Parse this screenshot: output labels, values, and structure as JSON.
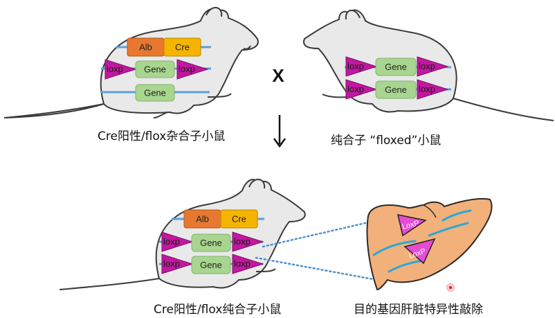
{
  "diagram": {
    "gene_labels": {
      "alb": "Alb",
      "cre": "Cre",
      "gene": "Gene",
      "loxp_lower": "loxp",
      "loxp_liver": "LoxP"
    },
    "cross_symbol": "X",
    "captions": {
      "top_left": "Cre阳性/flox杂合子小鼠",
      "top_right": "纯合子 “floxed”小鼠",
      "bottom_left": "Cre阳性/flox纯合子小鼠",
      "bottom_right": "目的基因肝脏特异性敲除"
    },
    "colors": {
      "mouse_fill": "#e9e9e9",
      "mouse_stroke": "#3a3a3a",
      "chromosome": "#5aa0d8",
      "alb_box": "#e8782f",
      "cre_box": "#f5b400",
      "gene_box": "#a8d58f",
      "loxp_triangle": "#c2189f",
      "liver_fill": "#f2b07a",
      "liver_vessel": "#29a9d6",
      "dotted_line": "#4a90d0",
      "marker_red": "#e0202a"
    }
  }
}
